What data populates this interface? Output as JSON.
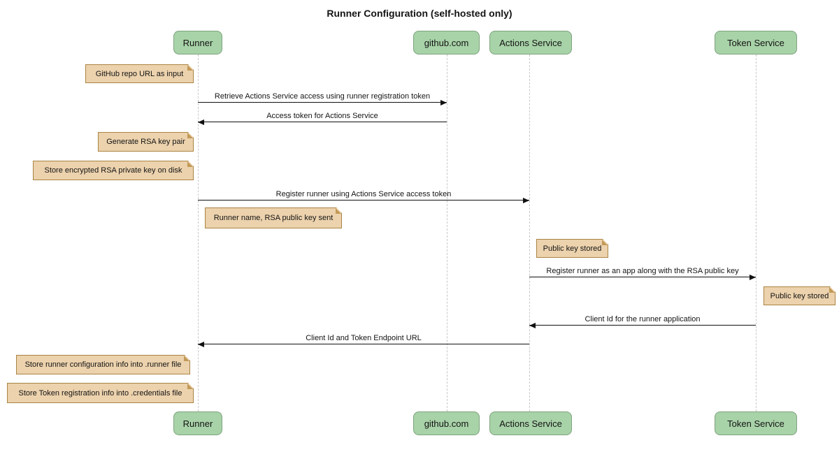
{
  "diagram": {
    "type": "sequence",
    "title": "Runner Configuration (self-hosted only)"
  },
  "participants": [
    {
      "label": "Runner"
    },
    {
      "label": "github.com"
    },
    {
      "label": "Actions Service"
    },
    {
      "label": "Token Service"
    }
  ],
  "messages": [
    {
      "text": "Retrieve Actions Service access using runner registration token",
      "from": "Runner",
      "to": "github.com"
    },
    {
      "text": "Access token for Actions Service",
      "from": "github.com",
      "to": "Runner"
    },
    {
      "text": "Register runner using Actions Service access token",
      "from": "Runner",
      "to": "Actions Service"
    },
    {
      "text": "Register runner as an app along with the RSA public key",
      "from": "Actions Service",
      "to": "Token Service"
    },
    {
      "text": "Client Id for the runner application",
      "from": "Token Service",
      "to": "Actions Service"
    },
    {
      "text": "Client Id and Token Endpoint URL",
      "from": "Actions Service",
      "to": "Runner"
    }
  ],
  "notes": [
    {
      "text": "GitHub repo URL as input",
      "anchor": "left of Runner"
    },
    {
      "text": "Generate RSA key pair",
      "anchor": "left of Runner"
    },
    {
      "text": "Store encrypted RSA private key on disk",
      "anchor": "left of Runner"
    },
    {
      "text": "Runner name, RSA public key sent",
      "anchor": "right of Runner"
    },
    {
      "text": "Public key stored",
      "anchor": "right of Actions Service"
    },
    {
      "text": "Public key stored",
      "anchor": "right of Token Service"
    },
    {
      "text": "Store runner configuration info into .runner file",
      "anchor": "left of Runner"
    },
    {
      "text": "Store Token registration info into .credentials file",
      "anchor": "left of Runner"
    }
  ],
  "colors": {
    "background": "#ffffff",
    "participant_fill": "#a8d2a8",
    "participant_border": "#7da37d",
    "note_fill": "#ecd2ad",
    "note_border": "#aa8342",
    "lifeline": "#c8c8c8",
    "message_line": "#111111",
    "text": "#141414"
  }
}
